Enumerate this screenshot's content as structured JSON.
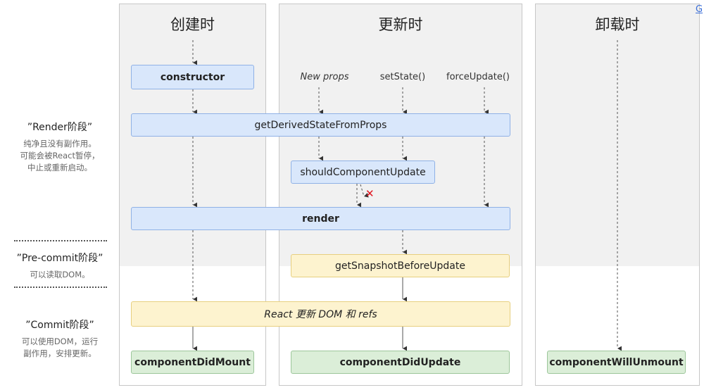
{
  "columns": {
    "mount": "创建时",
    "update": "更新时",
    "unmount": "卸载时"
  },
  "triggers": {
    "new_props": "New props",
    "set_state": "setState()",
    "force_update": "forceUpdate()"
  },
  "methods": {
    "constructor": "constructor",
    "get_derived_state": "getDerivedStateFromProps",
    "should_update": "shouldComponentUpdate",
    "render": "render",
    "snapshot": "getSnapshotBeforeUpdate",
    "react_update": "React 更新 DOM 和 refs",
    "did_mount": "componentDidMount",
    "did_update": "componentDidUpdate",
    "will_unmount": "componentWillUnmount"
  },
  "phases": {
    "render": {
      "name": "”Render阶段”",
      "desc": [
        "纯净且没有副作用。",
        "可能会被React暂停，",
        "中止或重新启动。"
      ]
    },
    "precommit": {
      "name": "”Pre-commit阶段”",
      "desc": [
        "可以读取DOM。"
      ]
    },
    "commit": {
      "name": "”Commit阶段”",
      "desc": [
        "可以使用DOM，运行",
        "副作用，安排更新。"
      ]
    }
  },
  "cancel_mark": "✕",
  "corner_link": "G",
  "colors": {
    "render_phase_bg": "#f1f1f1",
    "blue": "#d9e7fb",
    "yellow": "#fdf3cf",
    "green": "#dbeed8",
    "cancel": "#e0141e"
  }
}
